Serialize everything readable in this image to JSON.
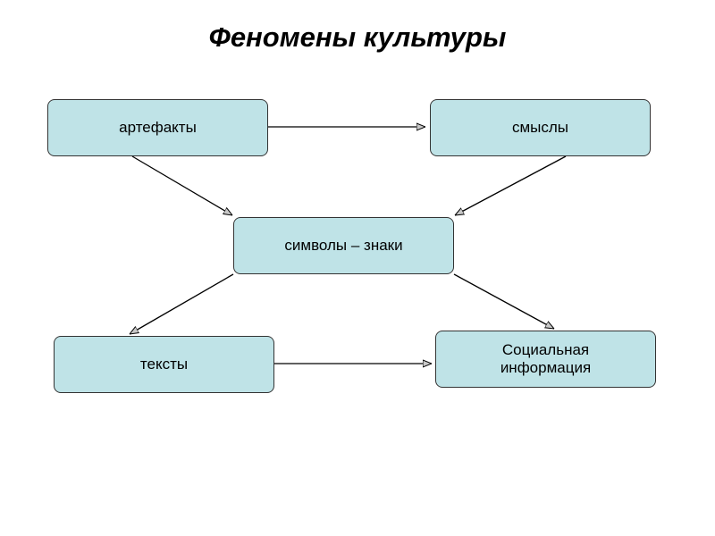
{
  "title": "Феномены культуры",
  "nodes": {
    "artifacts": "артефакты",
    "meanings": "смыслы",
    "symbols": "символы – знаки",
    "texts": "тексты",
    "social": "Социальная\nинформация"
  },
  "colors": {
    "node_fill": "#bfe3e7",
    "node_border": "#333333",
    "arrow": "#000000"
  }
}
